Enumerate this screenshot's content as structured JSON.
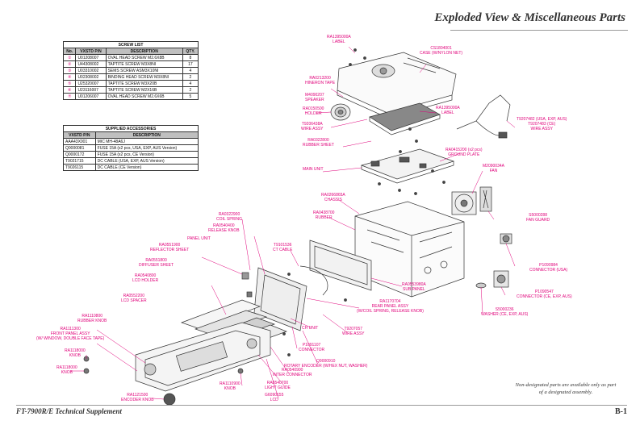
{
  "page_title": "Exploded View & Miscellaneous Parts",
  "footer": {
    "left": "FT-7900R/E Technical Supplement",
    "right": "B-1"
  },
  "note": "Non-designated parts are available only as part of a designated assembly.",
  "screw_list": {
    "title": "SCREW LIST",
    "headers": [
      "No.",
      "VXSTD P/N",
      "DESCRIPTION",
      "QTY."
    ],
    "rows": [
      [
        "①",
        "U01208007",
        "OVAL HEAD SCREW M2.6X8B",
        "8"
      ],
      [
        "②",
        "U44308002",
        "TAPTITE SCREW M3X8NI",
        "17"
      ],
      [
        "③",
        "U03310002",
        "SEMS SCREW ASM3X10NI",
        "4"
      ],
      [
        "④",
        "U02308002",
        "BINDING HEAD SCREW M3X8NI",
        "2"
      ],
      [
        "⑤",
        "U25320007",
        "TAPTITE SCREW M3X20B",
        "4"
      ],
      [
        "⑥",
        "U23116007",
        "TAPTITE SCREW M2X16B",
        "2"
      ],
      [
        "⑦",
        "U01206007",
        "OVAL HEAD SCREW M2.6X6B",
        "5"
      ]
    ]
  },
  "accessories": {
    "title": "SUPPLIED ACCESSORIES",
    "headers": [
      "VXSTD P/N",
      "DESCRIPTION"
    ],
    "rows": [
      [
        "AAA43X001",
        "MIC MH-48A6J"
      ],
      [
        "Q0000081",
        "FUSE 15A (x2 pcs, USA, EXP, AUS Version)"
      ],
      [
        "Q0000172",
        "FUSE 15A (x2 pcs, CE Version)"
      ],
      [
        "T9021715",
        "DC CABLE (USA, EXP, AUS Version)"
      ],
      [
        "T9026115",
        "DC CABLE (CE Version)"
      ]
    ]
  },
  "labels": {
    "l1": "RA1395000A\nLABEL",
    "l2": "CS1804001\nCASE (W/NYLON NET)",
    "l3": "RA0213200\nHINERON TAPE",
    "l4": "M4090207\nSPEAKER",
    "l5": "RA0150500\nHOLDER",
    "l6": "RA1395000A\nLABEL",
    "l7": "T9206438A\nWIRE ASSY",
    "l8": "T9207482 (USA, EXP, AUS)\nT9207483 (CE)\nWIRE ASSY",
    "l9": "RA0322800\nRUBBER SHEET",
    "l10": "RA0415200 (x2 pcs)\nGROUND PLATE",
    "l11": "MAIN UNIT",
    "l12": "M2090034A\nFAN",
    "l13": "RA0266865A\nCHASSIS",
    "l14": "RA0322900\nCOIL SPRING",
    "l15": "RA0438700\nRUBBER",
    "l16": "RA0540400\nRELEASE KNOB",
    "l17": "S5000288\nFAN GUARD",
    "l18": "PANEL UNIT",
    "l19": "RA0551900\nREFLECTOR SHEET",
    "l20": "T9101536\nCT CABLE",
    "l21": "RA0551800\nDIFFUSER SHEET",
    "l22": "P1090984\nCONNECTOR (USA)",
    "l23": "RA0540800\nLCD HOLDER",
    "l24": "RA0553980A\nSUB PANEL",
    "l25": "P1090547\nCONNECTOR (CE, EXP, AUS)",
    "l26": "RA0552200\nLCD SPACER",
    "l27": "RA1170704\nREAR PANEL ASSY\n(W/COIL SPRING, RELEASE KNOB)",
    "l28": "RA1110800\nRUBBER KNOB",
    "l29": "S5000236\nWASHER (CE, EXP, AUS)",
    "l30": "RA1111300\nFRONT PANEL ASSY\n(W/ WINDOW, DOUBLE FACE TAPE)",
    "l31": "CH UNIT",
    "l32": "T9207057\nWIRE ASSY",
    "l33": "P1091107\nCONNECTOR",
    "l34": "RA1118000\nKNOB",
    "l35": "Q9000910\nROTARY ENCODER (W/HEX NUT, WASHER)",
    "l36": "RA1118000\nKNOB",
    "l37": "RA0540900\nINTER CONNECTOR",
    "l38": "RA0540700\nLIGHT GUIDE",
    "l39": "RA1110900\nKNOB",
    "l40": "G6090155\nLCD",
    "l41": "RA1121500\nENCODER KNOB"
  }
}
